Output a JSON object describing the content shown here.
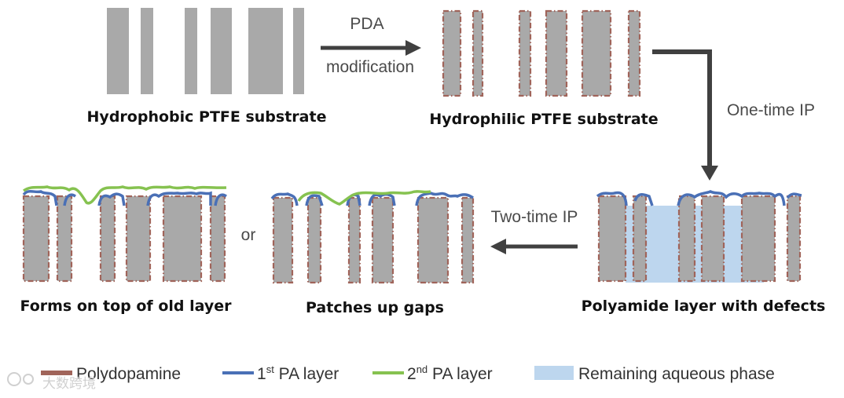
{
  "labels": {
    "step1": "Hydrophobic PTFE substrate",
    "step2": "Hydrophilic PTFE substrate",
    "step3": "Polyamide layer with defects",
    "result_a": "Forms on top of old layer",
    "result_b": "Patches up gaps",
    "or": "or"
  },
  "arrows": {
    "pda_line1": "PDA",
    "pda_line2": "modification",
    "one_time": "One-time IP",
    "two_time": "Two-time IP"
  },
  "legend": {
    "pdop": "Polydopamine",
    "pa1_base": "1",
    "pa1_sup": "st",
    "pa1_rest": " PA layer",
    "pa2_base": "2",
    "pa2_sup": "nd",
    "pa2_rest": " PA layer",
    "aqueous": "Remaining aqueous phase"
  },
  "watermark": "大数跨境",
  "colors": {
    "substrate": "#a9a9a9",
    "polydopamine": "#a0645a",
    "pa1": "#4a70b6",
    "pa2": "#86c250",
    "aqueous": "#bdd6ee",
    "arrow": "#404040"
  }
}
